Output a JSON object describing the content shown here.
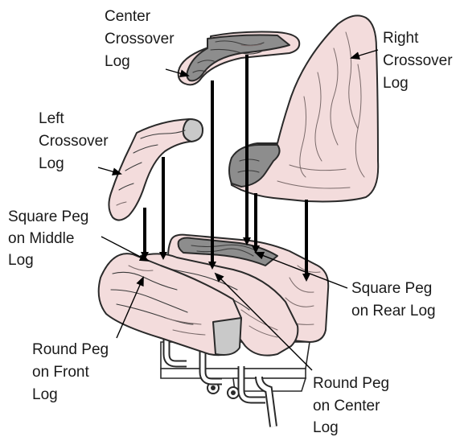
{
  "labels": {
    "center_crossover": [
      "Center",
      "Crossover",
      "Log"
    ],
    "right_crossover": [
      "Right",
      "Crossover",
      "Log"
    ],
    "left_crossover": [
      "Left",
      "Crossover",
      "Log"
    ],
    "square_peg_middle": [
      "Square Peg",
      "on Middle",
      "Log"
    ],
    "square_peg_rear": [
      "Square Peg",
      "on Rear Log"
    ],
    "round_peg_front": [
      "Round Peg",
      "on Front",
      "Log"
    ],
    "round_peg_center": [
      "Round Peg",
      "on Center",
      "Log"
    ]
  },
  "colors": {
    "log_fill": "#f3dcdc",
    "log_shade": "#8d8d8d",
    "outline": "#2a2a2a",
    "arrow": "#000000"
  }
}
